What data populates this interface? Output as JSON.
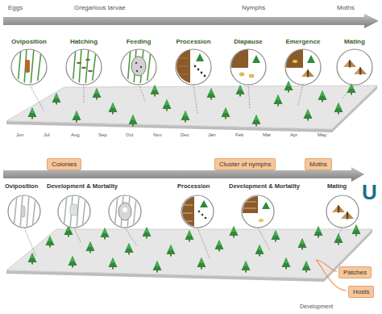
{
  "diagram": {
    "nodes": [
      {
        "text": [
          "Oviposition"
        ]
      },
      {
        "text": [
          "Hatching"
        ]
      },
      {
        "text": [
          "Feeding"
        ]
      },
      {
        "text": [
          "Procession"
        ]
      },
      {
        "text": [
          "Diapause"
        ]
      },
      {
        "text": [
          "Emergence"
        ]
      },
      {
        "text": [
          "Mating"
        ]
      },
      {
        "text": [
          "Colonies"
        ]
      },
      {
        "text": [
          "Cluster of nymphs"
        ]
      },
      {
        "text": [
          "Moths"
        ]
      },
      {
        "text": [
          "Patches"
        ]
      },
      {
        "text": [
          "Hosts"
        ]
      }
    ],
    "labels": [
      "Eggs",
      "Gregarious larvae",
      "Nymphs",
      "Moths",
      "Jun",
      "Jul",
      "Aug",
      "Sep",
      "Oct",
      "Nov",
      "Dec",
      "Jan",
      "Feb",
      "Mar",
      "Apr",
      "May",
      "Oviposition",
      "Development & Mortality",
      "Procession",
      "Development & Mortality",
      "Mating",
      "U",
      "Development"
    ]
  }
}
